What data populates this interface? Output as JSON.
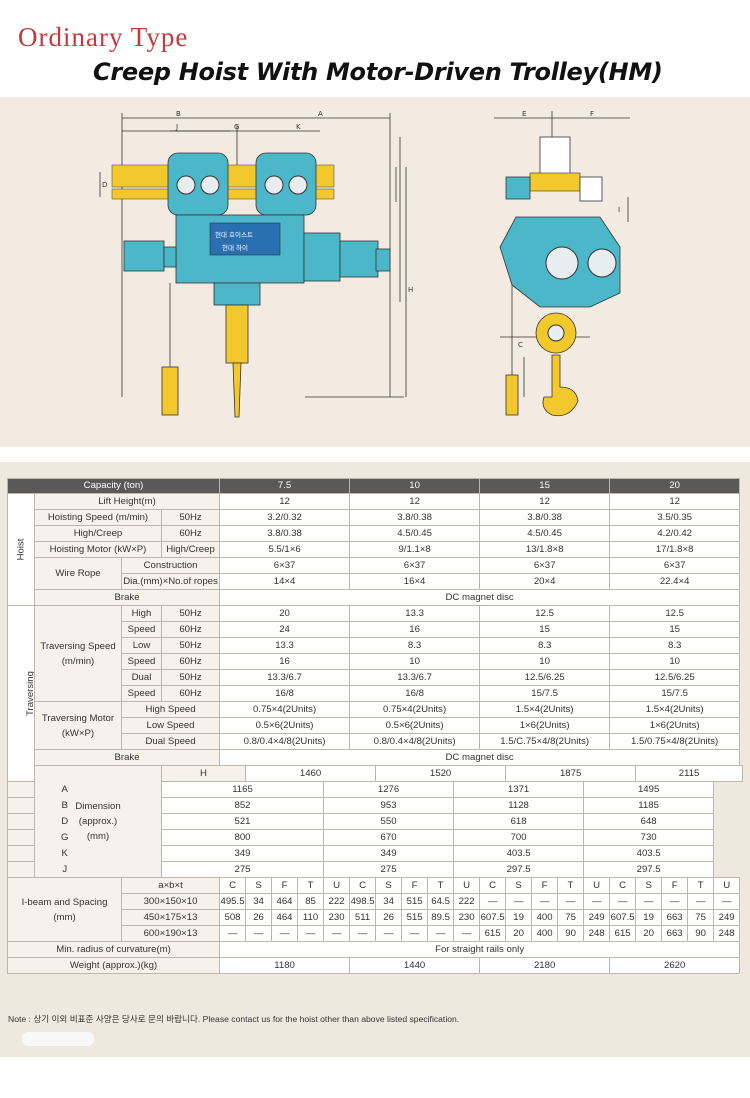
{
  "header": {
    "line1": "Ordinary Type",
    "line2": "Creep Hoist With Motor-Driven Trolley(HM)"
  },
  "drawing": {
    "plate_line1": "현대  호이스트",
    "plate_line2": "현대 하이",
    "dim_b": "B",
    "dim_a": "A",
    "dim_j": "J",
    "dim_g": "G",
    "dim_k": "K",
    "dim_h": "H",
    "dim_c": "C",
    "dim_d": "D",
    "dim_e": "E",
    "dim_f": "F",
    "dim_i": "I"
  },
  "table": {
    "capacity_label": "Capacity (ton)",
    "capacities": [
      "7.5",
      "10",
      "15",
      "20"
    ],
    "groups": {
      "hoist": "Hoist",
      "traversing": "Traversing"
    },
    "lift_height": {
      "label": "Lift Height(m)",
      "values": [
        "12",
        "12",
        "12",
        "12"
      ]
    },
    "hoisting_speed": {
      "label1": "Hoisting Speed (m/min)",
      "label2": "High/Creep",
      "hz50": "50Hz",
      "hz60": "60Hz",
      "v50": [
        "3.2/0.32",
        "3.8/0.38",
        "3.8/0.38",
        "3.5/0.35"
      ],
      "v60": [
        "3.8/0.38",
        "4.5/0.45",
        "4.5/0.45",
        "4.2/0.42"
      ]
    },
    "hoisting_motor": {
      "label": "Hoisting Motor (kW×P)",
      "sub": "High/Creep",
      "values": [
        "5.5/1×6",
        "9/1.1×8",
        "13/1.8×8",
        "17/1.8×8"
      ]
    },
    "wire_rope": {
      "label": "Wire Rope",
      "construction": "Construction",
      "construction_values": [
        "6×37",
        "6×37",
        "6×37",
        "6×37"
      ],
      "dia": "Dia.(mm)×No.of ropes",
      "dia_values": [
        "14×4",
        "16×4",
        "20×4",
        "22.4×4"
      ]
    },
    "brake1": {
      "label": "Brake",
      "value": "DC magnet disc"
    },
    "traversing_speed": {
      "label1": "Traversing Speed",
      "label2": "(m/min)",
      "high1": "High",
      "high2": "Speed",
      "low1": "Low",
      "low2": "Speed",
      "dual1": "Dual",
      "dual2": "Speed",
      "hz50": "50Hz",
      "hz60": "60Hz",
      "high50": [
        "20",
        "13.3",
        "12.5",
        "12.5"
      ],
      "high60": [
        "24",
        "16",
        "15",
        "15"
      ],
      "low50": [
        "13.3",
        "8.3",
        "8.3",
        "8.3"
      ],
      "low60": [
        "16",
        "10",
        "10",
        "10"
      ],
      "dual50": [
        "13.3/6.7",
        "13.3/6.7",
        "12.5/6.25",
        "12.5/6.25"
      ],
      "dual60": [
        "16/8",
        "16/8",
        "15/7.5",
        "15/7.5"
      ]
    },
    "traversing_motor": {
      "label1": "Traversing Motor",
      "label2": "(kW×P)",
      "high": "High Speed",
      "low": "Low Speed",
      "dual": "Dual Speed",
      "high_values": [
        "0.75×4(2Units)",
        "0.75×4(2Units)",
        "1.5×4(2Units)",
        "1.5×4(2Units)"
      ],
      "low_values": [
        "0.5×6(2Units)",
        "0.5×6(2Units)",
        "1×6(2Units)",
        "1×6(2Units)"
      ],
      "dual_values": [
        "0.8/0.4×4/8(2Units)",
        "0.8/0.4×4/8(2Units)",
        "1.5/C.75×4/8(2Units)",
        "1.5/0.75×4/8(2Units)"
      ]
    },
    "brake2": {
      "label": "Brake",
      "value": "DC magnet disc"
    },
    "dimension": {
      "label1": "Dimension",
      "label2": "(approx.)",
      "label3": "(mm)",
      "rows": [
        {
          "key": "H",
          "values": [
            "1460",
            "1520",
            "1875",
            "2115"
          ]
        },
        {
          "key": "A",
          "values": [
            "1165",
            "1276",
            "1371",
            "1495"
          ]
        },
        {
          "key": "B",
          "values": [
            "852",
            "953",
            "1128",
            "1185"
          ]
        },
        {
          "key": "D",
          "values": [
            "521",
            "550",
            "618",
            "648"
          ]
        },
        {
          "key": "G",
          "values": [
            "800",
            "670",
            "700",
            "730"
          ]
        },
        {
          "key": "K",
          "values": [
            "349",
            "349",
            "403.5",
            "403.5"
          ]
        },
        {
          "key": "J",
          "values": [
            "275",
            "275",
            "297.5",
            "297.5"
          ]
        }
      ]
    },
    "ibeam": {
      "label1": "I-beam and Spacing",
      "label2": "(mm)",
      "header_key": "a×b×t",
      "cols": [
        "C",
        "S",
        "F",
        "T",
        "U"
      ],
      "rows": [
        {
          "key": "300×150×10",
          "values": [
            "495.5",
            "34",
            "464",
            "85",
            "222",
            "498.5",
            "34",
            "515",
            "64.5",
            "222",
            "—",
            "—",
            "—",
            "—",
            "—",
            "—",
            "—",
            "—",
            "—",
            "—"
          ]
        },
        {
          "key": "450×175×13",
          "values": [
            "508",
            "26",
            "464",
            "110",
            "230",
            "511",
            "26",
            "515",
            "89.5",
            "230",
            "607.5",
            "19",
            "400",
            "75",
            "249",
            "607.5",
            "19",
            "663",
            "75",
            "249"
          ]
        },
        {
          "key": "600×190×13",
          "values": [
            "—",
            "—",
            "—",
            "—",
            "—",
            "—",
            "—",
            "—",
            "—",
            "—",
            "615",
            "20",
            "400",
            "90",
            "248",
            "615",
            "20",
            "663",
            "90",
            "248"
          ]
        }
      ]
    },
    "min_radius": {
      "label": "Min. radius of curvature(m)",
      "value": "For straight rails only"
    },
    "weight": {
      "label": "Weight (approx.)(kg)",
      "values": [
        "1180",
        "1440",
        "2180",
        "2620"
      ]
    }
  },
  "note": "Note : 상기 이외 비표준 사양은 당사로 문의 바랍니다.  Please contact us for the hoist other than above listed specification."
}
